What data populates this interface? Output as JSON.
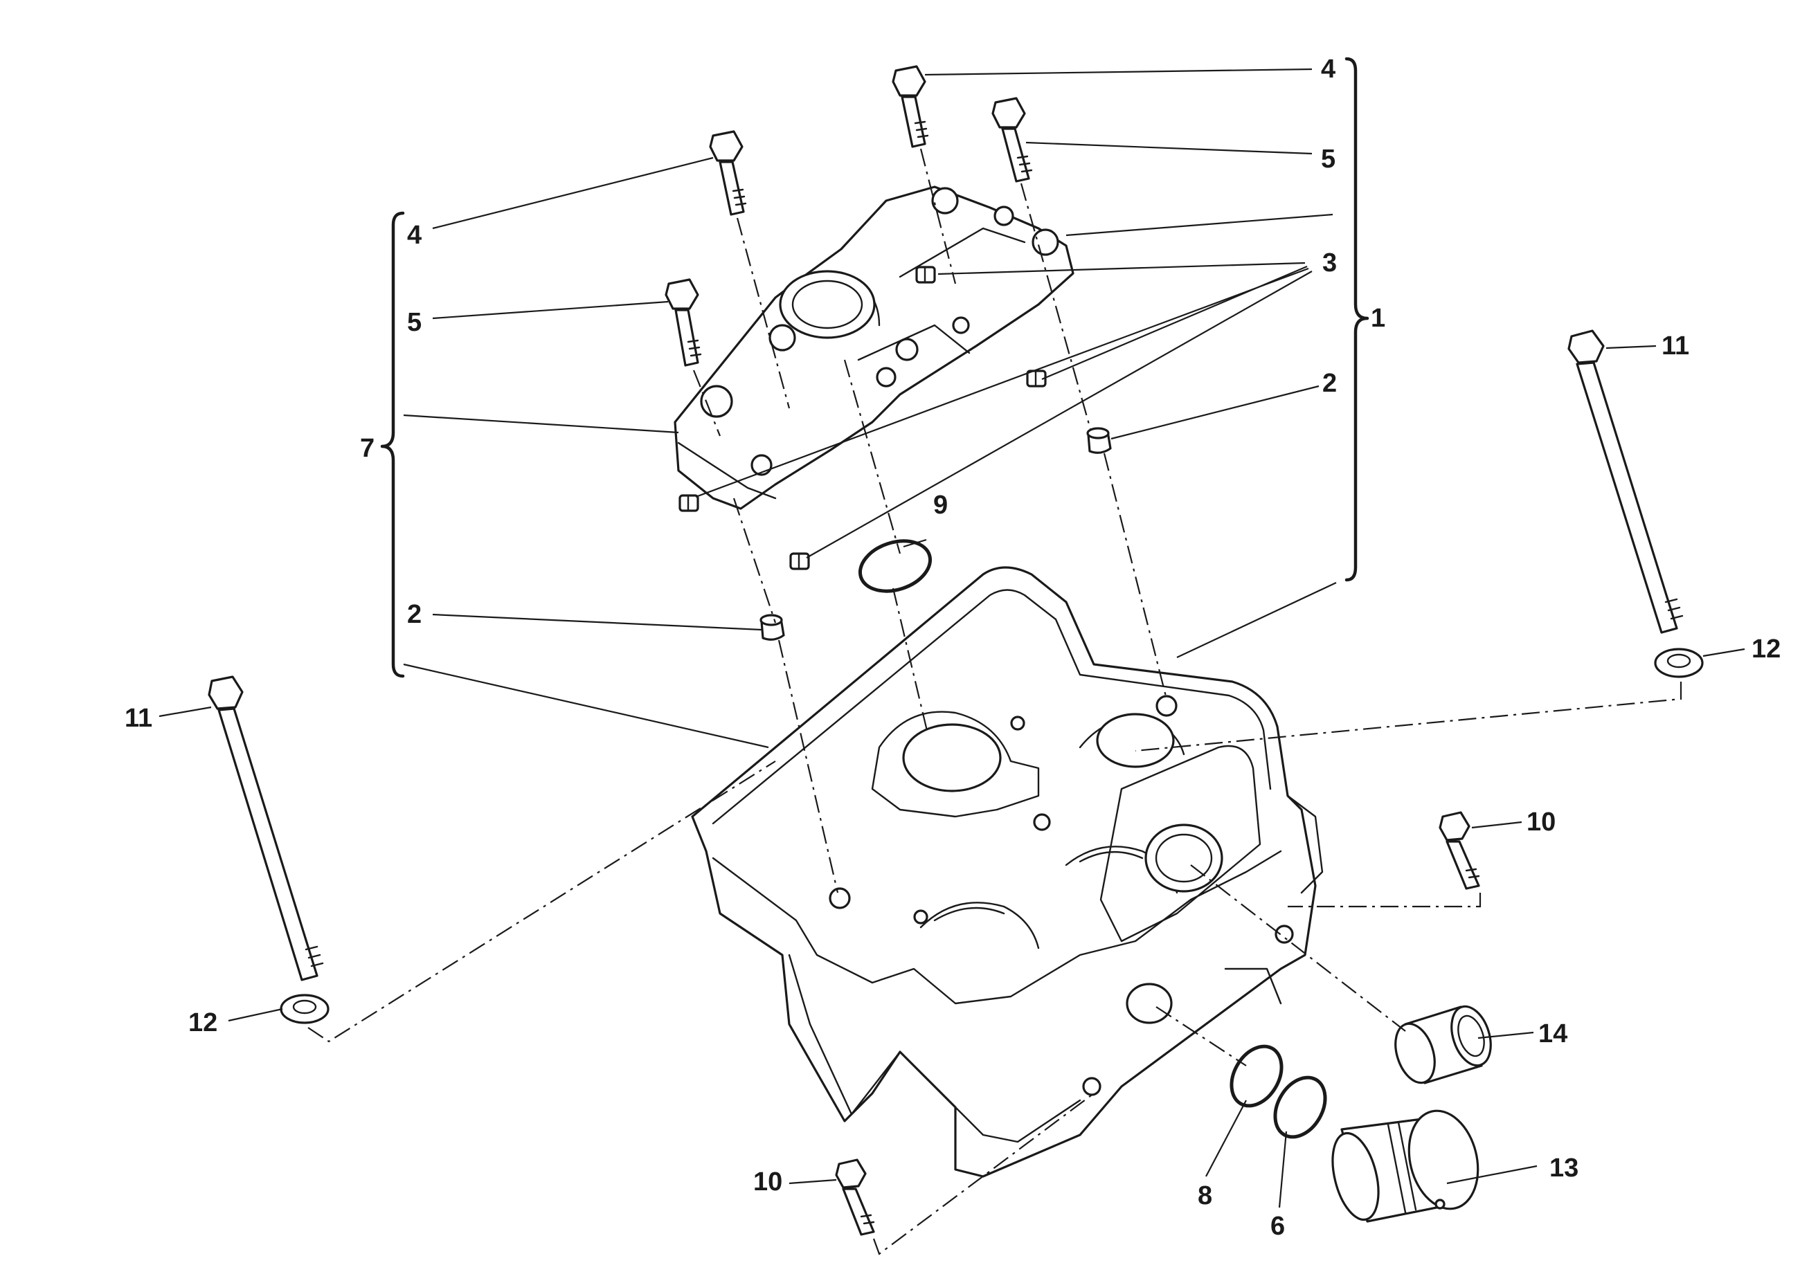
{
  "callouts": {
    "c1": "1",
    "c2a": "2",
    "c2b": "2",
    "c3": "3",
    "c4a": "4",
    "c4b": "4",
    "c5a": "5",
    "c5b": "5",
    "c6": "6",
    "c7": "7",
    "c8": "8",
    "c9": "9",
    "c10a": "10",
    "c10b": "10",
    "c11a": "11",
    "c11b": "11",
    "c12a": "12",
    "c12b": "12",
    "c13": "13",
    "c14": "14"
  },
  "colors": {
    "line": "#1a1a1a",
    "background": "#ffffff"
  }
}
